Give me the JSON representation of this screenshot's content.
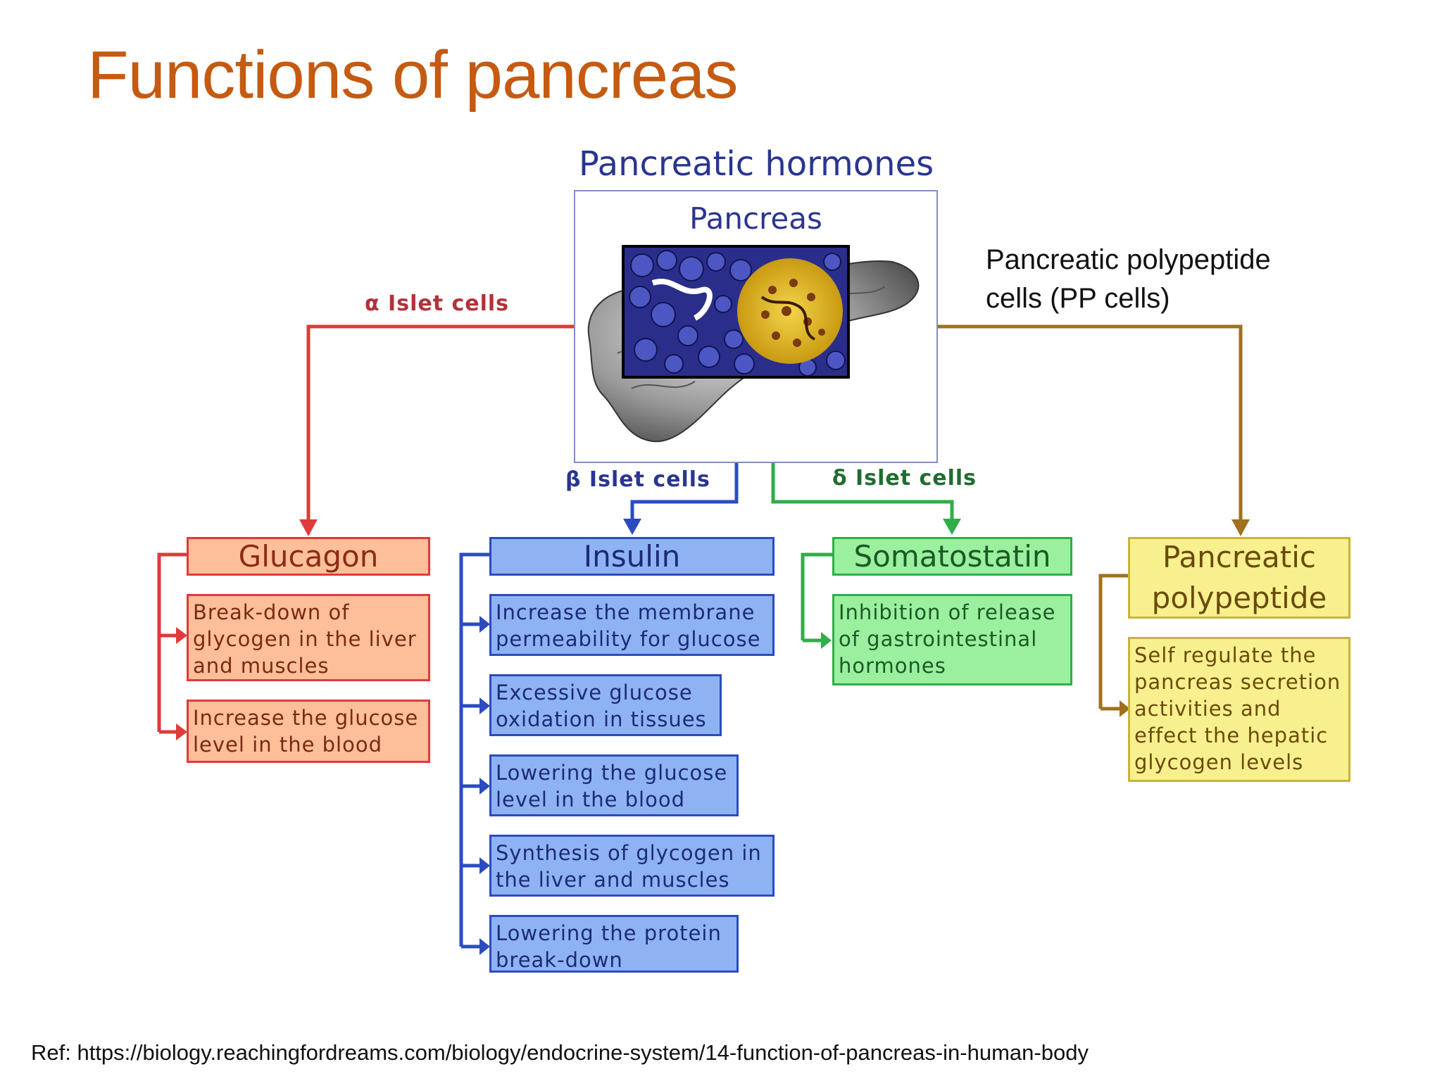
{
  "slide": {
    "title": "Functions of pancreas",
    "reference": "Ref: https://biology.reachingfordreams.com/biology/endocrine-system/14-function-of-pancreas-in-human-body"
  },
  "diagram": {
    "title": "Pancreatic hormones",
    "center": {
      "label": "Pancreas"
    },
    "pp_note": [
      "Pancreatic polypeptide",
      "cells (PP cells)"
    ],
    "cell_labels": {
      "alpha": "α Islet cells",
      "beta": "β Islet cells",
      "delta": "δ Islet cells"
    },
    "hormones": {
      "glucagon": {
        "name": "Glucagon",
        "color": "#e03a3a",
        "functions": [
          "Break-down of glycogen in the liver and muscles",
          "Increase the glucose level in the blood"
        ]
      },
      "insulin": {
        "name": "Insulin",
        "color": "#2a4cc0",
        "functions": [
          "Increase the membrane permeability for glucose",
          "Excessive glucose oxidation in tissues",
          "Lowering the glucose level in the blood",
          "Synthesis of glycogen in the liver and muscles",
          "Lowering the protein break-down"
        ]
      },
      "somatostatin": {
        "name": "Somatostatin",
        "color": "#2fae4a",
        "functions": [
          "Inhibition of release of gastrointestinal hormones"
        ]
      },
      "pp": {
        "name": "Pancreatic polypeptide",
        "color": "#a0701e",
        "functions": [
          "Self regulate the pancreas secretion activities and effect the hepatic glycogen levels"
        ]
      }
    }
  }
}
